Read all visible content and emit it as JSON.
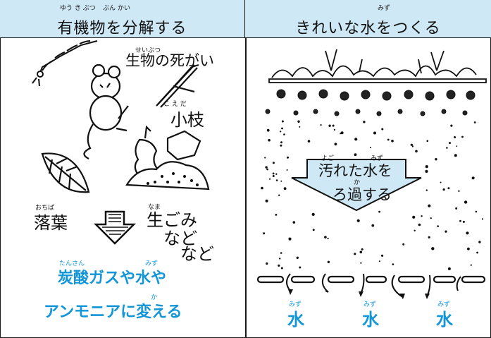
{
  "left_panel": {
    "title": "有機物を分解する",
    "title_ruby": [
      "ゆう き ぶつ",
      "ぶん かい"
    ],
    "labels": {
      "dead_creatures": "生物の死がい",
      "dead_creatures_ruby": "せいぶつ",
      "twig": "小枝",
      "twig_ruby": "こ え だ",
      "fallen_leaves": "落葉",
      "fallen_leaves_ruby": "おちば",
      "raw_garbage": "生ごみ",
      "raw_ruby": "なま",
      "etc1": "など",
      "etc2": "など"
    },
    "result_line_1": "炭酸ガスや水や",
    "result_line_2": "アンモニアに変える",
    "result_ruby": [
      "たんさん",
      "みず",
      "か"
    ]
  },
  "right_panel": {
    "title": "きれいな水をつくる",
    "title_ruby": "みず",
    "arrow_line_1": "汚れた水を",
    "arrow_line_2": "ろ過する",
    "arrow_ruby": [
      "よご",
      "みず",
      "か"
    ],
    "water_labels": [
      "水",
      "水",
      "水"
    ],
    "water_ruby": "みず"
  },
  "colors": {
    "header_bg": "#cfe8f6",
    "accent_blue": "#1296d8",
    "line": "#111111"
  }
}
